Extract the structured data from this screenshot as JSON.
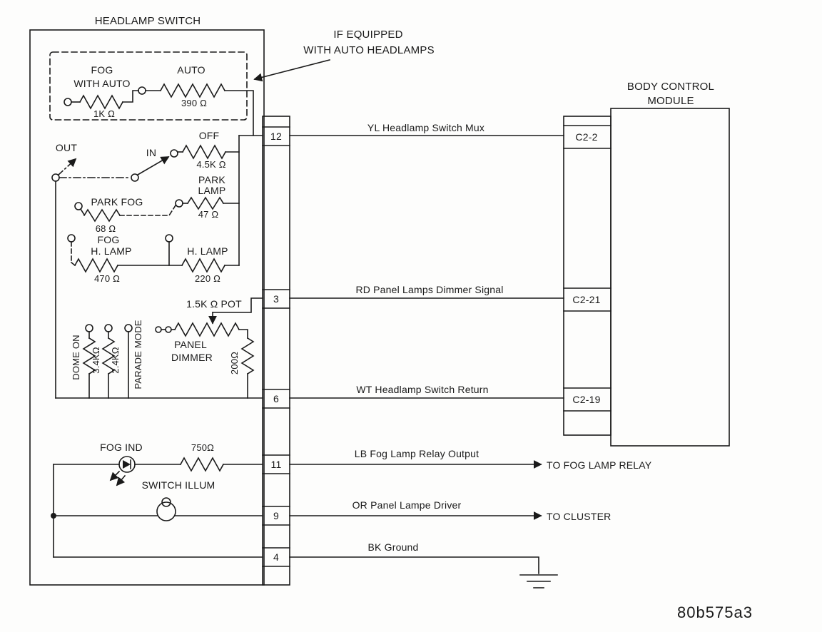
{
  "title": "HEADLAMP SWITCH",
  "note": {
    "line1": "IF EQUIPPED",
    "line2": "WITH AUTO HEADLAMPS"
  },
  "switch": {
    "fog_with_auto_line1": "FOG",
    "fog_with_auto_line2": "WITH AUTO",
    "fog_with_auto_value": "1K Ω",
    "auto_label": "AUTO",
    "auto_value": "390 Ω",
    "out_label": "OUT",
    "in_label": "IN",
    "off_label": "OFF",
    "off_value": "4.5K Ω",
    "park_lamp_line1": "PARK",
    "park_lamp_line2": "LAMP",
    "park_lamp_value": "47 Ω",
    "park_fog_label": "PARK FOG",
    "park_fog_value": "68 Ω",
    "fog_h_lamp_line1": "FOG",
    "fog_h_lamp_line2": "H. LAMP",
    "fog_h_lamp_value": "470 Ω",
    "h_lamp_label": "H. LAMP",
    "h_lamp_value": "220 Ω",
    "pot_label": "1.5K Ω POT",
    "pot_name_line1": "PANEL",
    "pot_name_line2": "DIMMER",
    "dome_on": "DOME ON",
    "r_3_4k": "3.4KΩ",
    "r_2_4k": "2.4KΩ",
    "parade_mode": "PARADE MODE",
    "r_200": "200Ω",
    "fog_ind_label": "FOG IND",
    "fog_ind_value": "750Ω",
    "switch_illum_label": "SWITCH ILLUM"
  },
  "connector": {
    "pins": [
      "12",
      "3",
      "6",
      "11",
      "9",
      "4"
    ]
  },
  "wires": [
    {
      "pin": "12",
      "label": "YL Headlamp Switch Mux"
    },
    {
      "pin": "3",
      "label": "RD Panel Lamps Dimmer Signal"
    },
    {
      "pin": "6",
      "label": "WT Headlamp Switch Return"
    },
    {
      "pin": "11",
      "label": "LB Fog Lamp Relay Output",
      "dest": "TO FOG LAMP RELAY"
    },
    {
      "pin": "9",
      "label": "OR Panel Lampe Driver",
      "dest": "TO CLUSTER"
    },
    {
      "pin": "4",
      "label": "BK Ground"
    }
  ],
  "bcm": {
    "title_line1": "BODY CONTROL",
    "title_line2": "MODULE",
    "pins": [
      "C2-2",
      "C2-21",
      "C2-19"
    ]
  },
  "footer": {
    "code": "80b575a3"
  }
}
